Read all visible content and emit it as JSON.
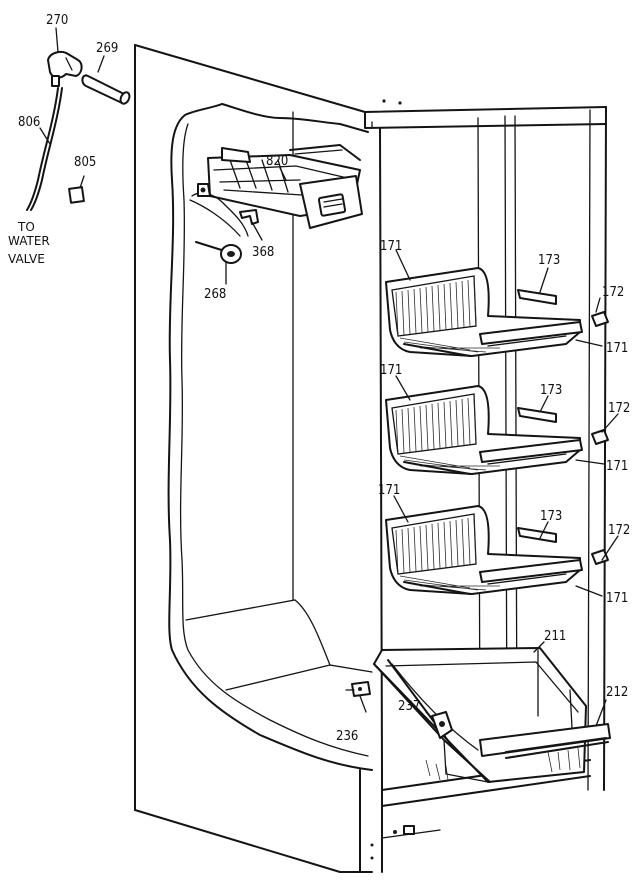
{
  "labels": {
    "p270": "270",
    "p269": "269",
    "p806": "806",
    "p805": "805",
    "to_water_valve": [
      "TO",
      "WATER",
      "VALVE"
    ],
    "p820": "820",
    "p368": "368",
    "p268": "268",
    "shelf1": {
      "p171a": "171",
      "p173": "173",
      "p172": "172",
      "p171b": "171"
    },
    "shelf2": {
      "p171a": "171",
      "p173": "173",
      "p172": "172",
      "p171b": "171"
    },
    "shelf3": {
      "p171a": "171",
      "p173": "173",
      "p172": "172",
      "p171b": "171"
    },
    "p211": "211",
    "p212": "212",
    "p236": "236",
    "p237": "237"
  }
}
